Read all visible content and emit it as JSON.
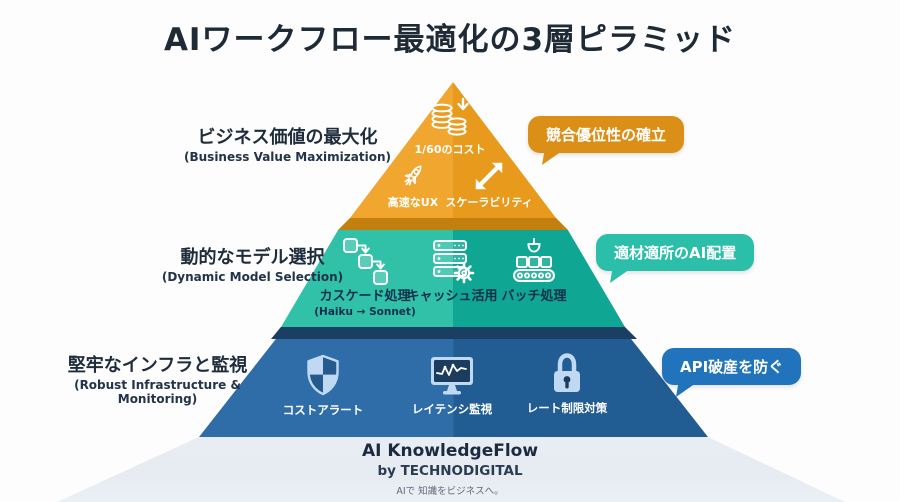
{
  "title": "AIワークフロー最適化の3層ピラミッド",
  "layers": [
    {
      "name": "top",
      "side_label": "ビジネス価値の最大化",
      "side_label_en": "(Business Value Maximization)",
      "callout": "競合優位性の確立",
      "items": [
        {
          "icon": "coins-cost-icon",
          "label": "1/60のコスト"
        },
        {
          "icon": "rocket-icon",
          "label": "高速なUX"
        },
        {
          "icon": "scalability-arrows-icon",
          "label": "スケーラビリティ"
        }
      ]
    },
    {
      "name": "middle",
      "side_label": "動的なモデル選択",
      "side_label_en": "(Dynamic Model Selection)",
      "callout": "適材適所のAI配置",
      "items": [
        {
          "icon": "cascade-flow-icon",
          "label": "カスケード処理",
          "sublabel": "(Haiku → Sonnet)"
        },
        {
          "icon": "server-cache-icon",
          "label": "キャッシュ活用"
        },
        {
          "icon": "batch-conveyor-icon",
          "label": "バッチ処理"
        }
      ]
    },
    {
      "name": "bottom",
      "side_label": "堅牢なインフラと監視",
      "side_label_en": "(Robust Infrastructure & Monitoring)",
      "callout": "API破産を防ぐ",
      "items": [
        {
          "icon": "shield-alert-icon",
          "label": "コストアラート"
        },
        {
          "icon": "latency-monitor-icon",
          "label": "レイテンシ監視"
        },
        {
          "icon": "rate-limit-lock-icon",
          "label": "レート制限対策"
        }
      ]
    }
  ],
  "footer": {
    "brand": "AI KnowledgeFlow",
    "byline": "by TECHNODIGITAL",
    "tagline": "AIで 知識をビジネスへ。"
  },
  "palette": {
    "title_color": "#1F2A37",
    "orange_left": "#F1A72F",
    "orange_right": "#E79A1C",
    "orange_bevel": "#C4800F",
    "orange_bubble": "#DB8F17",
    "teal_left": "#31C1A9",
    "teal_right": "#0FA793",
    "navy_bevel": "#1B3F63",
    "blue_left": "#2F6DA9",
    "blue_right": "#215C93",
    "blue_bubble": "#2173BB",
    "teal_bubble": "#2BBFA9",
    "base_fill": "#E8EDF3",
    "side_label_color": "#1E2C3C",
    "mid_item_label_color": "#12304B",
    "light_item_label_color": "#FFFFFF"
  }
}
